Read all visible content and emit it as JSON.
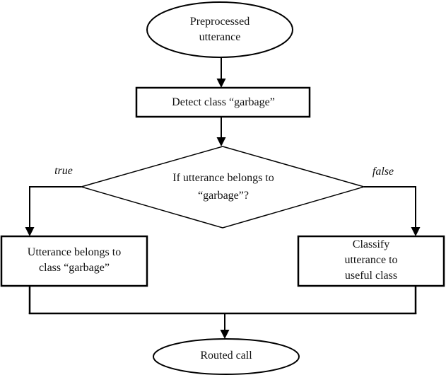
{
  "figure": {
    "type": "flowchart",
    "background_color": "#ffffff",
    "stroke_color": "#000000",
    "text_color": "#111111",
    "nodes": {
      "start": {
        "shape": "ellipse",
        "label": "Preprocessed\nutterance"
      },
      "detect": {
        "shape": "rect",
        "label": "Detect class “garbage”"
      },
      "decision": {
        "shape": "diamond",
        "label": "If utterance belongs to\n“garbage”?"
      },
      "garbage": {
        "shape": "rect",
        "label": "Utterance belongs to\nclass “garbage”"
      },
      "useful": {
        "shape": "rect",
        "label": "Classify utterance to\nuseful class"
      },
      "end": {
        "shape": "ellipse",
        "label": "Routed call"
      }
    },
    "edges": {
      "true_branch": {
        "label": "true"
      },
      "false_branch": {
        "label": "false"
      }
    }
  }
}
